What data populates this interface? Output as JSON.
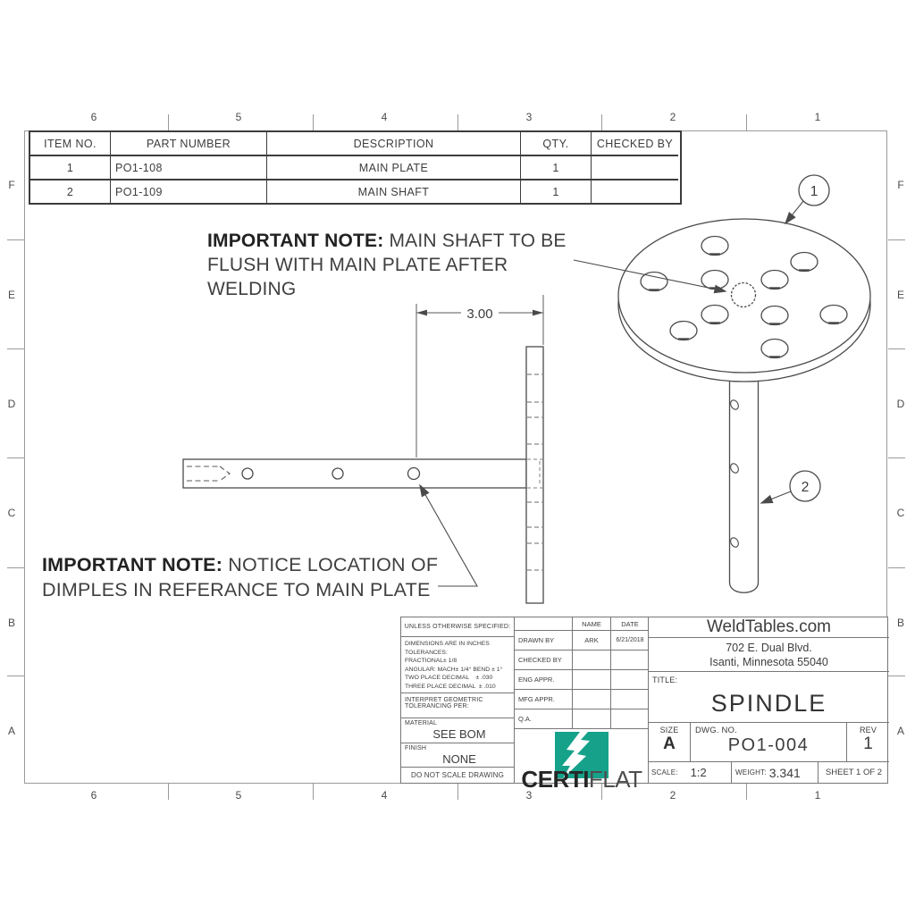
{
  "sheet": {
    "zones": {
      "columns": [
        "6",
        "5",
        "4",
        "3",
        "2",
        "1"
      ],
      "rows": [
        "F",
        "E",
        "D",
        "C",
        "B",
        "A"
      ]
    },
    "bom": {
      "headers": [
        "ITEM NO.",
        "PART NUMBER",
        "DESCRIPTION",
        "QTY.",
        "CHECKED BY"
      ],
      "rows": [
        {
          "item": "1",
          "part": "PO1-108",
          "desc": "MAIN PLATE",
          "qty": "1",
          "checked": ""
        },
        {
          "item": "2",
          "part": "PO1-109",
          "desc": "MAIN SHAFT",
          "qty": "1",
          "checked": ""
        }
      ]
    },
    "notes": {
      "note1": {
        "bold": "IMPORTANT NOTE:",
        "line1": " MAIN SHAFT TO BE",
        "line2": "FLUSH WITH MAIN PLATE AFTER WELDING"
      },
      "note2": {
        "bold": "IMPORTANT NOTE:",
        "line1": " NOTICE LOCATION OF",
        "line2": "DIMPLES IN REFERANCE TO MAIN PLATE"
      }
    },
    "dimension": {
      "value": "3.00"
    },
    "balloons": {
      "b1": "1",
      "b2": "2"
    },
    "title_block": {
      "unless": "UNLESS OTHERWISE SPECIFIED:",
      "tolerances": [
        "DIMENSIONS ARE IN INCHES",
        "TOLERANCES:",
        "FRACTIONAL± 1/8",
        "ANGULAR: MACH± 1/4° BEND ± 1°",
        "TWO PLACE DECIMAL    ± .030",
        "THREE PLACE DECIMAL  ± .010"
      ],
      "interpret1": "INTERPRET GEOMETRIC",
      "interpret2": "TOLERANCING PER:",
      "material_label": "MATERIAL",
      "material_value": "SEE BOM",
      "finish_label": "FINISH",
      "finish_value": "NONE",
      "do_not_scale": "DO NOT SCALE DRAWING",
      "approvals_header": {
        "name": "NAME",
        "date": "DATE"
      },
      "approvals": [
        {
          "label": "DRAWN BY",
          "name": "ARK",
          "date": "6/21/2018"
        },
        {
          "label": "CHECKED BY",
          "name": "",
          "date": ""
        },
        {
          "label": "ENG APPR.",
          "name": "",
          "date": ""
        },
        {
          "label": "MFG APPR.",
          "name": "",
          "date": ""
        },
        {
          "label": "Q.A.",
          "name": "",
          "date": ""
        }
      ],
      "brand": {
        "certi": "CERTI",
        "flat": "FLAT",
        "teal": "#16A28A"
      },
      "company": "WeldTables.com",
      "address1": "702 E. Dual Blvd.",
      "address2": "Isanti, Minnesota 55040",
      "title_label": "TITLE:",
      "title": "SPINDLE",
      "size_label": "SIZE",
      "size": "A",
      "dwg_label": "DWG.  NO.",
      "dwg_no": "PO1-004",
      "rev_label": "REV",
      "rev": "1",
      "scale_label": "SCALE:",
      "scale": "1:2",
      "weight_label": "WEIGHT:",
      "weight": "3.341",
      "sheet_text": "SHEET 1  OF 2"
    }
  }
}
